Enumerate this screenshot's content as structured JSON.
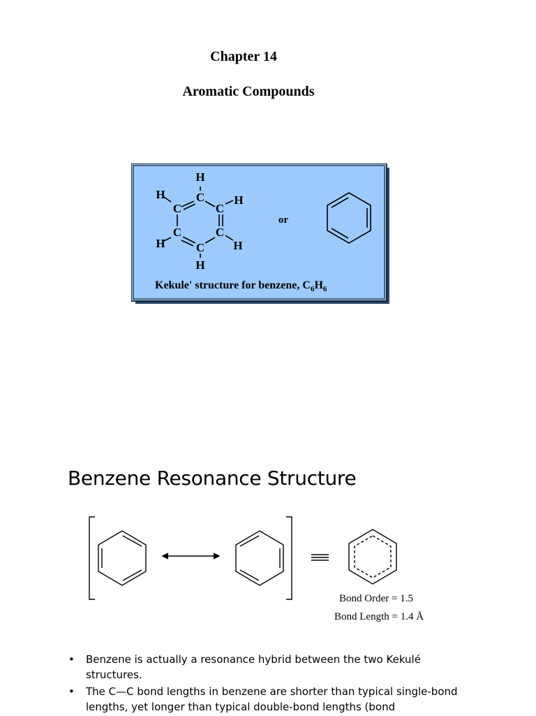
{
  "header": {
    "chapter": "Chapter 14",
    "subtitle": "Aromatic Compounds"
  },
  "kekule_figure": {
    "background_color": "#99ccff",
    "atom_h": "H",
    "atom_c": "C",
    "or_label": "or",
    "caption_prefix": "Kekule' structure for benzene, C",
    "caption_sub1": "6",
    "caption_mid": "H",
    "caption_sub2": "6"
  },
  "section": {
    "title": "Benzene Resonance Structure"
  },
  "resonance_figure": {
    "bond_order": "Bond Order = 1.5",
    "bond_length": "Bond Length = 1.4 Å"
  },
  "bullets": [
    "Benzene is actually a resonance hybrid between the two Kekulé structures.",
    "The C—C bond lengths in benzene are shorter than typical single-bond lengths, yet longer than typical double-bond lengths (bond"
  ]
}
